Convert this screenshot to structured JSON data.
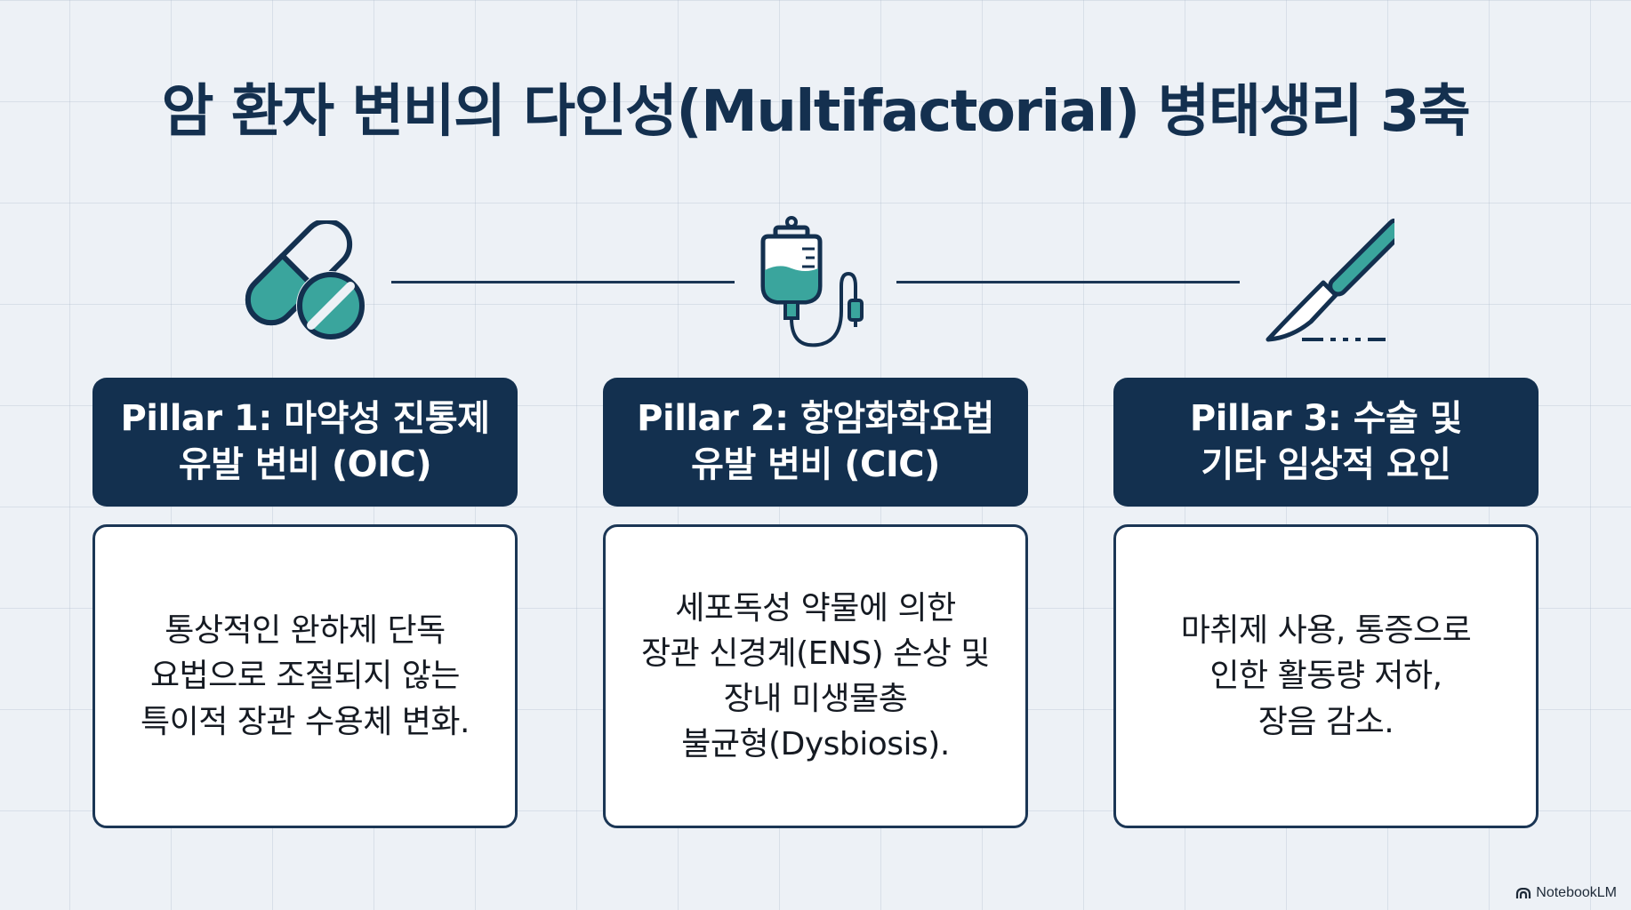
{
  "title": "암 환자 변비의 다인성(Multifactorial) 병태생리 3축",
  "colors": {
    "navy": "#13304f",
    "teal": "#3aa59d",
    "background": "#edf1f6",
    "card": "#ffffff"
  },
  "pillars": [
    {
      "icon": "pill-capsule-icon",
      "header_line1": "Pillar 1: 마약성 진통제",
      "header_line2": "유발 변비 (OIC)",
      "body_lines": [
        "통상적인 완하제 단독",
        "요법으로 조절되지 않는",
        "특이적 장관 수용체 변화."
      ]
    },
    {
      "icon": "iv-drip-icon",
      "header_line1": "Pillar 2: 항암화학요법",
      "header_line2": "유발 변비 (CIC)",
      "body_lines": [
        "세포독성 약물에 의한",
        "장관 신경계(ENS) 손상 및",
        "장내 미생물총",
        "불균형(Dysbiosis)."
      ]
    },
    {
      "icon": "scalpel-icon",
      "header_line1": "Pillar 3: 수술 및",
      "header_line2": "기타 임상적 요인",
      "body_lines": [
        "마취제 사용, 통증으로",
        "인한 활동량 저하,",
        "장음 감소."
      ]
    }
  ],
  "watermark": "NotebookLM"
}
